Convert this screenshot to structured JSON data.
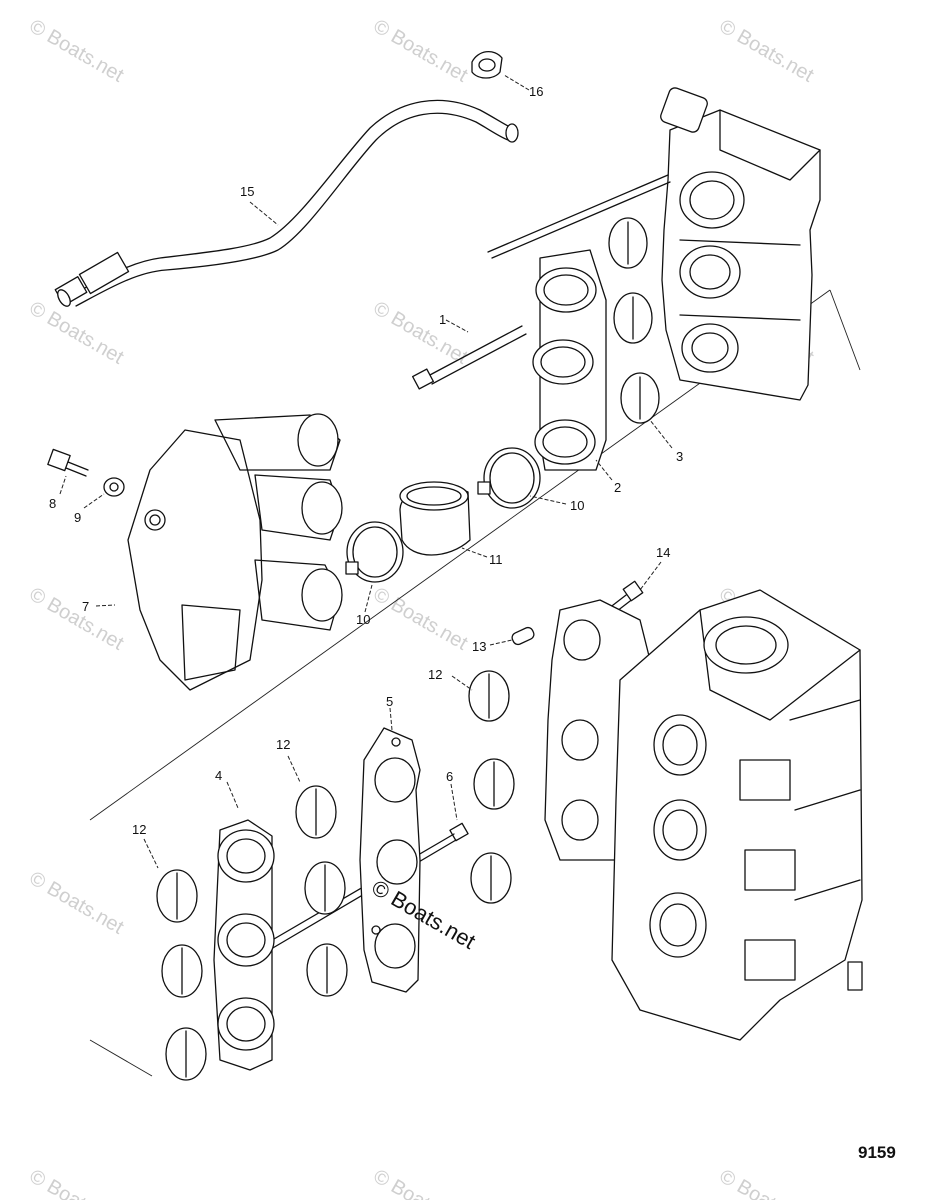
{
  "diagram": {
    "number": "9159",
    "watermark_text": "© Boats.net",
    "center_watermark_text": "© Boats.net",
    "callouts": [
      {
        "id": "c1",
        "label": "1"
      },
      {
        "id": "c2",
        "label": "2"
      },
      {
        "id": "c3",
        "label": "3"
      },
      {
        "id": "c4",
        "label": "4"
      },
      {
        "id": "c5",
        "label": "5"
      },
      {
        "id": "c6",
        "label": "6"
      },
      {
        "id": "c7",
        "label": "7"
      },
      {
        "id": "c8",
        "label": "8"
      },
      {
        "id": "c9",
        "label": "9"
      },
      {
        "id": "c10a",
        "label": "10"
      },
      {
        "id": "c10b",
        "label": "10"
      },
      {
        "id": "c11",
        "label": "11"
      },
      {
        "id": "c12a",
        "label": "12"
      },
      {
        "id": "c12b",
        "label": "12"
      },
      {
        "id": "c12c",
        "label": "12"
      },
      {
        "id": "c13",
        "label": "13"
      },
      {
        "id": "c14",
        "label": "14"
      },
      {
        "id": "c15",
        "label": "15"
      },
      {
        "id": "c16",
        "label": "16"
      }
    ]
  }
}
